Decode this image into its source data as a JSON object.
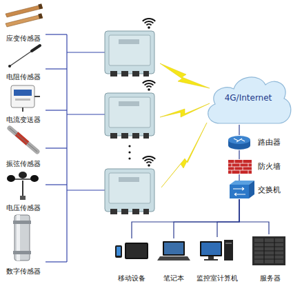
{
  "diagram": {
    "nodes": [
      {
        "text": [
          "应变传感器"
        ]
      },
      {
        "text": [
          "电阻传感器"
        ]
      },
      {
        "text": [
          "电流变送器"
        ]
      },
      {
        "text": [
          "振弦传感器"
        ]
      },
      {
        "text": [
          "电压传感器"
        ]
      },
      {
        "text": [
          "数字传感器"
        ]
      },
      {
        "text": [
          "4G/Internet"
        ]
      },
      {
        "text": [
          "路由器"
        ]
      },
      {
        "text": [
          "防火墙"
        ]
      },
      {
        "text": [
          "交换机"
        ]
      },
      {
        "text": [
          "移动设备"
        ]
      },
      {
        "text": [
          "笔记本"
        ]
      },
      {
        "text": [
          "监控室计算机"
        ]
      },
      {
        "text": [
          "服务器"
        ]
      }
    ],
    "edges": [
      {
        "from": 6,
        "to": 7,
        "arrow": "none"
      },
      {
        "from": 7,
        "to": 8,
        "arrow": "none"
      },
      {
        "from": 8,
        "to": 9,
        "arrow": "none"
      },
      {
        "from": 9,
        "to": 10,
        "arrow": "none"
      },
      {
        "from": 9,
        "to": 11,
        "arrow": "none"
      },
      {
        "from": 9,
        "to": 12,
        "arrow": "none"
      },
      {
        "from": 9,
        "to": 13,
        "arrow": "none"
      }
    ]
  }
}
